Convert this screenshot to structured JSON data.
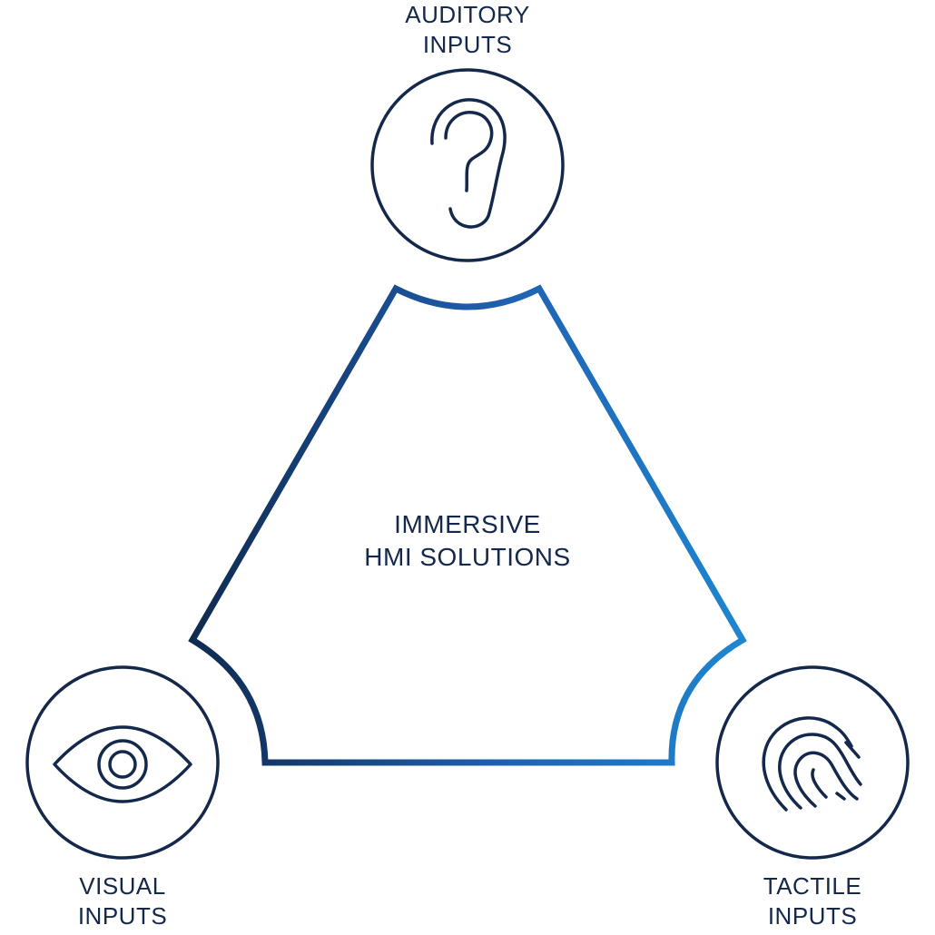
{
  "center": {
    "line1": "IMMERSIVE",
    "line2": "HMI SOLUTIONS"
  },
  "nodes": [
    {
      "id": "auditory",
      "line1": "AUDITORY",
      "line2": "INPUTS",
      "icon": "ear-icon"
    },
    {
      "id": "visual",
      "line1": "VISUAL",
      "line2": "INPUTS",
      "icon": "eye-icon"
    },
    {
      "id": "tactile",
      "line1": "TACTILE",
      "line2": "INPUTS",
      "icon": "fingerprint-icon"
    }
  ],
  "colors": {
    "text": "#14284b",
    "circle_stroke": "#14284b",
    "gradient_start": "#0f2a4f",
    "gradient_mid": "#1f5fb0",
    "gradient_end": "#1e86cf"
  }
}
